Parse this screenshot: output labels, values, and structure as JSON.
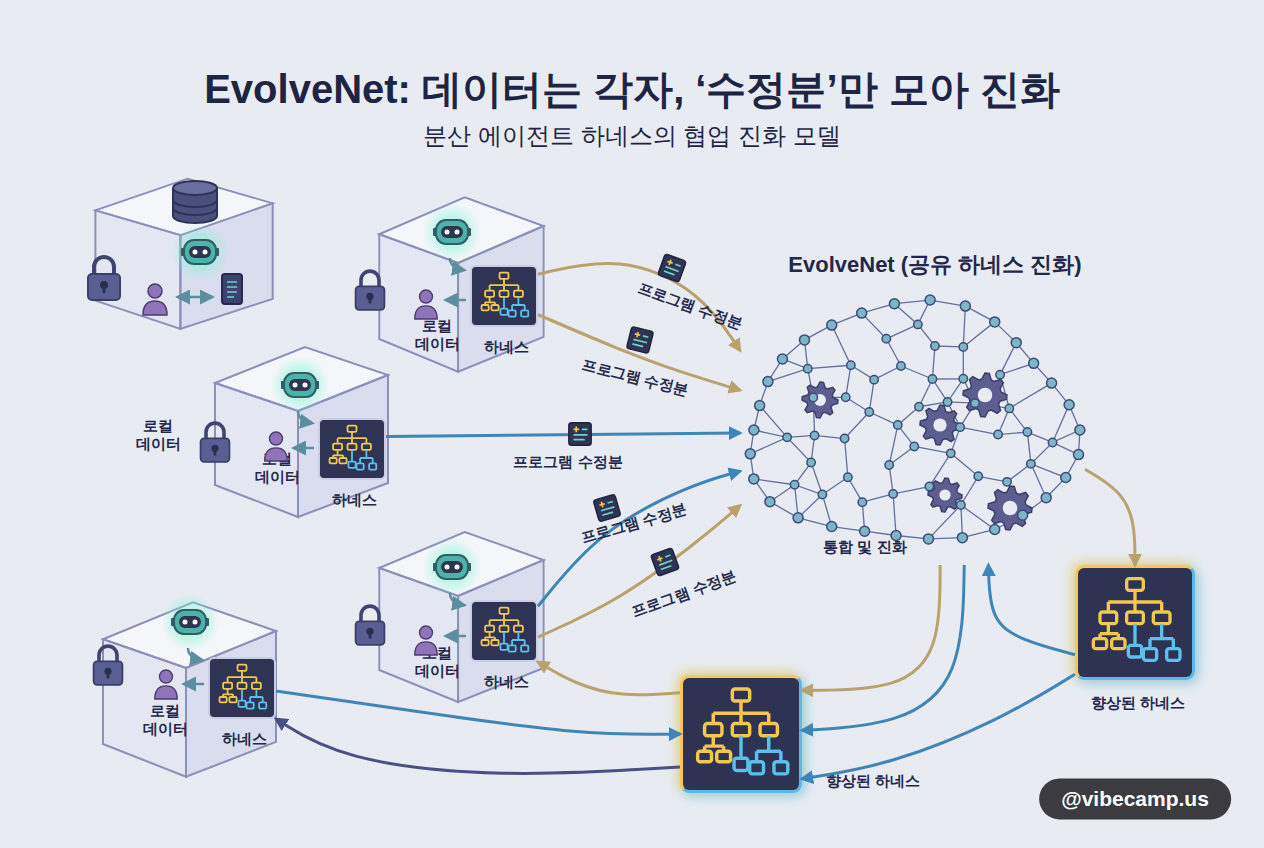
{
  "diagram": {
    "title": "EvolveNet: 데이터는 각자, ‘수정분’만 모아 진화",
    "caption": "분산 에이전트 하네스의 협업 진화 모델",
    "nodes": [
      {
        "text": [
          "로컬 데이터"
        ]
      },
      {
        "text": [
          "하네스"
        ],
        "in": 0
      },
      {
        "text": [
          "로컬 데이터"
        ]
      },
      {
        "text": [
          "하네스"
        ],
        "in": 2
      },
      {
        "text": [
          "EvolveNet (공유 하네스 진화)",
          "통합 및 진화"
        ]
      },
      {
        "text": [
          "로컬 데이터"
        ]
      },
      {
        "text": [
          "하네스"
        ],
        "in": 5
      },
      {
        "text": [
          "향상된 하네스"
        ]
      },
      {
        "text": [
          "로컬 데이터"
        ]
      },
      {
        "text": [
          "하네스"
        ],
        "in": 8
      },
      {
        "text": [
          "향상된 하네스"
        ]
      }
    ],
    "edges": [
      {
        "from": 1,
        "to": 4,
        "label": "프로그램 수정분",
        "arrow": "to"
      },
      {
        "from": 1,
        "to": 4,
        "label": "프로그램 수정분",
        "arrow": "to"
      },
      {
        "from": 3,
        "to": 4,
        "label": "프로그램 수정분",
        "arrow": "to"
      },
      {
        "from": 6,
        "to": 4,
        "label": "프로그램 수정분",
        "arrow": "to"
      },
      {
        "from": 6,
        "to": 4,
        "label": "프로그램 수정분",
        "arrow": "to"
      },
      {
        "from": 4,
        "to": 7,
        "arrow": "to"
      },
      {
        "from": 7,
        "to": 4,
        "arrow": "to"
      },
      {
        "from": 4,
        "to": 10,
        "arrow": "to"
      },
      {
        "from": 4,
        "to": 10,
        "arrow": "to"
      },
      {
        "from": 7,
        "to": 10,
        "arrow": "to"
      },
      {
        "from": 10,
        "to": 6,
        "arrow": "to"
      },
      {
        "from": 10,
        "to": 9,
        "arrow": "to"
      },
      {
        "from": 9,
        "to": 10,
        "arrow": "to"
      }
    ],
    "labels": [
      "로컬 데이터",
      "@vibecamp.us"
    ]
  }
}
